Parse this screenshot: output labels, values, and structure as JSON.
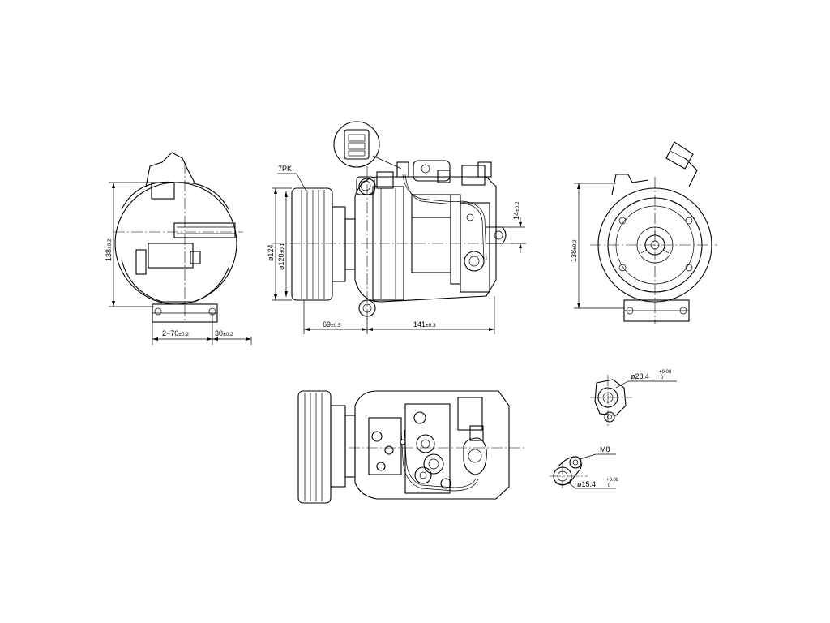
{
  "labels": {
    "height_left": "138",
    "height_left_tol": "±0.2",
    "bolt_spacing": "2−70",
    "bolt_spacing_tol": "±0.2",
    "bolt_offset": "30",
    "bolt_offset_tol": "±0.2",
    "belt_type": "7PK",
    "pulley_outer": "ø124",
    "pulley_inner": "ø120",
    "pulley_inner_tol": "±0.1",
    "pulley_offset": "69",
    "pulley_offset_tol": "±0.5",
    "body_length": "141",
    "body_length_tol": "±0.3",
    "ear_offset": "14",
    "ear_offset_tol": "±0.2",
    "height_right": "138",
    "height_right_tol": "±0.2",
    "port_large": "ø28.4",
    "port_large_tol_upper": "+0.08",
    "port_large_tol_lower": "0",
    "thread": "M8",
    "port_small": "ø15.4",
    "port_small_tol_upper": "+0.08",
    "port_small_tol_lower": "0"
  }
}
